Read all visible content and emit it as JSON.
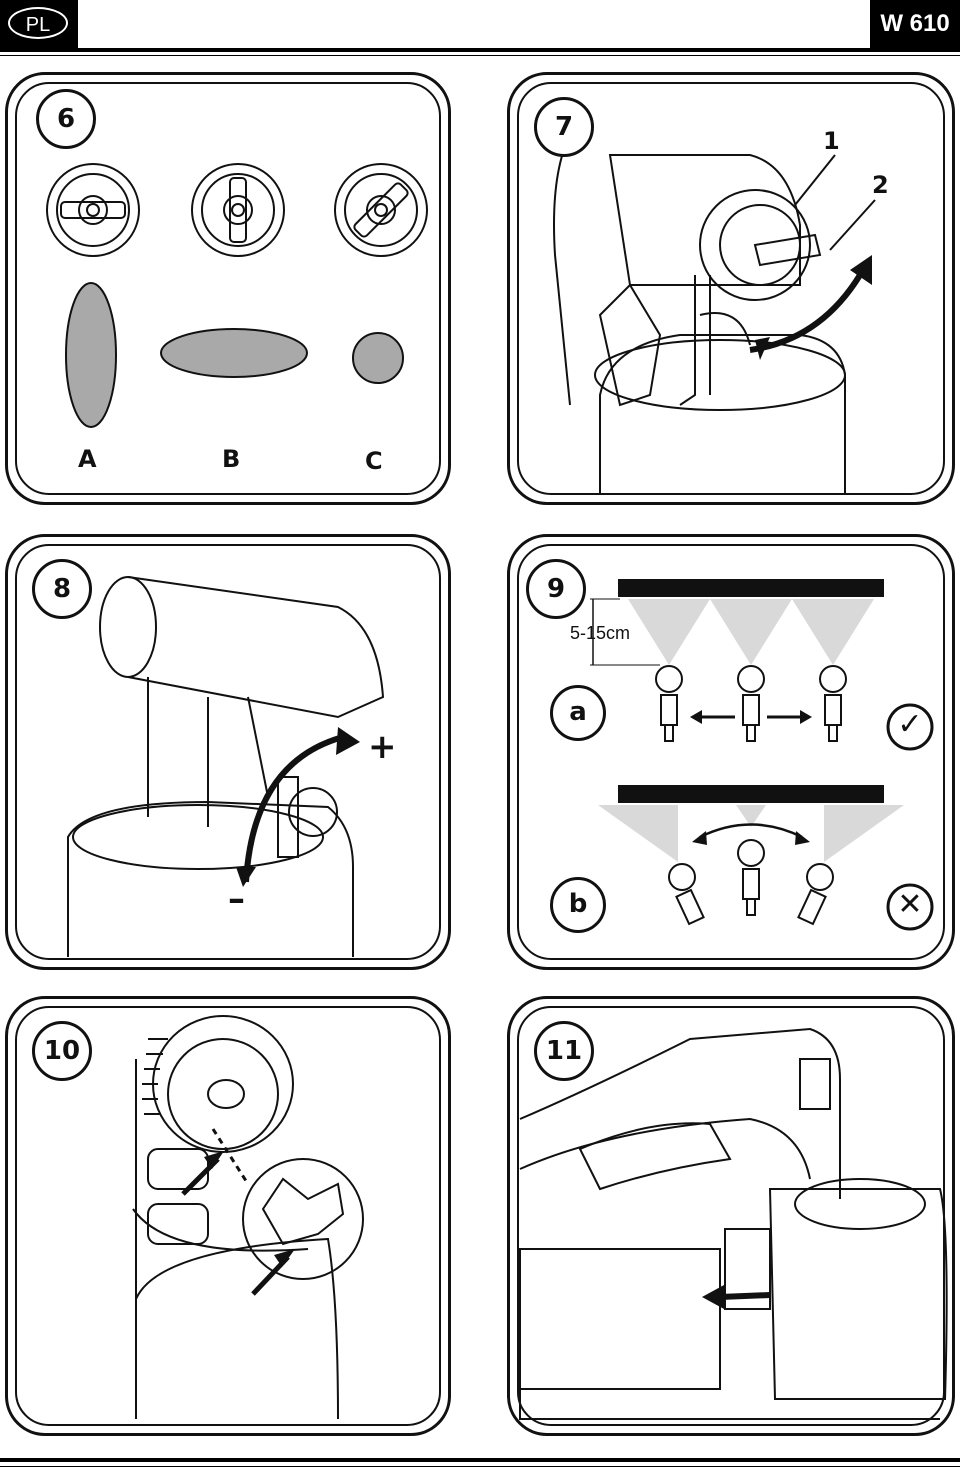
{
  "header": {
    "language": "PL",
    "model": "W 610"
  },
  "panels": {
    "p6": {
      "number": "6",
      "labels": [
        "A",
        "B",
        "C"
      ]
    },
    "p7": {
      "number": "7",
      "callouts": [
        "1",
        "2"
      ]
    },
    "p8": {
      "number": "8",
      "plus": "+",
      "minus": "–"
    },
    "p9": {
      "number": "9",
      "distance": "5-15cm",
      "sub_a": "a",
      "sub_b": "b",
      "check": "✓",
      "cross": "✕"
    },
    "p10": {
      "number": "10"
    },
    "p11": {
      "number": "11"
    }
  },
  "colors": {
    "ink": "#111111",
    "fill_gray": "#a9a9a9",
    "spray_gray": "#d9d9d9"
  }
}
